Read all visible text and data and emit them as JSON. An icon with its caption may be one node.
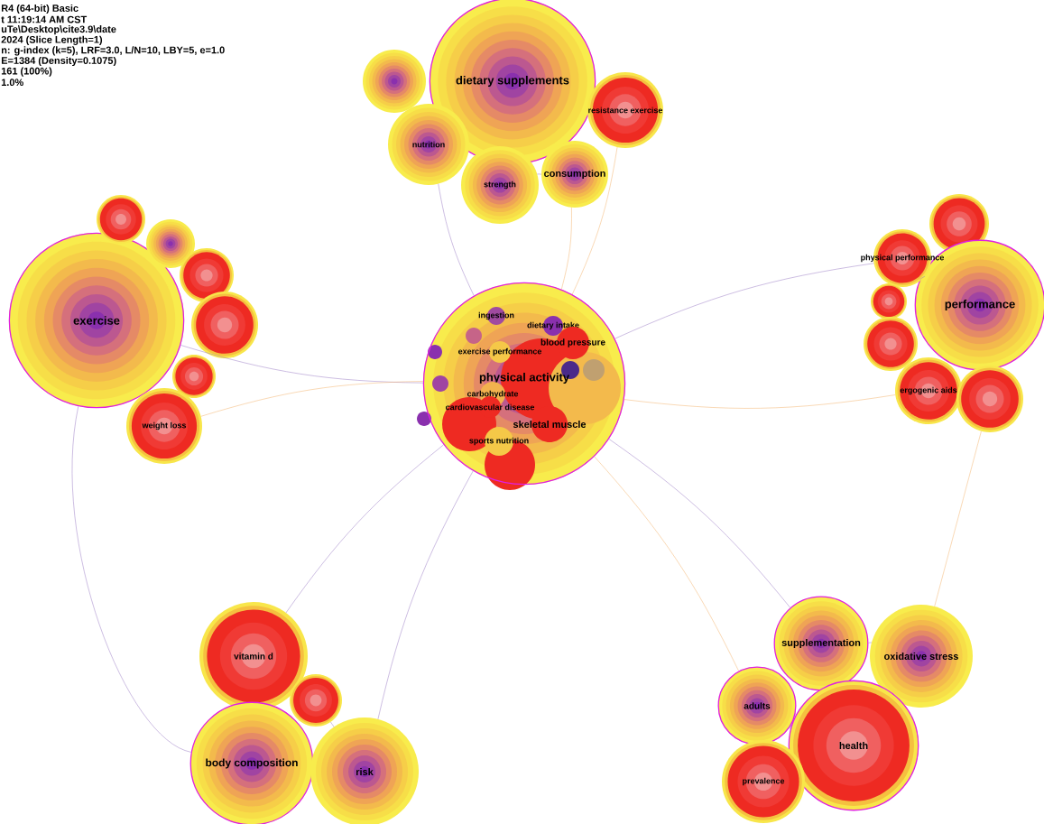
{
  "diagram": {
    "nodes": [
      {
        "text": [
          "dietary supplements"
        ]
      },
      {
        "text": [
          "resistance exercise"
        ]
      },
      {
        "text": [
          "nutrition"
        ]
      },
      {
        "text": [
          "strength"
        ]
      },
      {
        "text": [
          "consumption"
        ]
      },
      {
        "text": [],
        "shape": "circle"
      },
      {
        "text": [
          "exercise"
        ]
      },
      {
        "text": [],
        "shape": "circle"
      },
      {
        "text": [],
        "shape": "circle"
      },
      {
        "text": [],
        "shape": "circle"
      },
      {
        "text": [],
        "shape": "circle"
      },
      {
        "text": [],
        "shape": "circle"
      },
      {
        "text": [
          "weight loss"
        ]
      },
      {
        "text": [
          "physical performance"
        ]
      },
      {
        "text": [],
        "shape": "circle"
      },
      {
        "text": [
          "performance"
        ]
      },
      {
        "text": [],
        "shape": "circle"
      },
      {
        "text": [],
        "shape": "circle"
      },
      {
        "text": [
          "ergogenic aids"
        ]
      },
      {
        "text": [],
        "shape": "circle"
      },
      {
        "text": [
          "physical activity"
        ]
      },
      {
        "text": [
          "ingestion"
        ],
        "in": 20
      },
      {
        "text": [
          "dietary intake"
        ],
        "in": 20
      },
      {
        "text": [
          "blood pressure"
        ],
        "in": 20
      },
      {
        "text": [
          "exercise performance"
        ],
        "in": 20
      },
      {
        "text": [
          "carbohydrate"
        ],
        "in": 20
      },
      {
        "text": [
          "cardiovascular disease"
        ],
        "in": 20
      },
      {
        "text": [
          "skeletal muscle"
        ],
        "in": 20
      },
      {
        "text": [
          "sports nutrition"
        ],
        "in": 20
      },
      {
        "text": [
          "vitamin d"
        ]
      },
      {
        "text": [],
        "shape": "circle"
      },
      {
        "text": [
          "body composition"
        ]
      },
      {
        "text": [
          "risk"
        ]
      },
      {
        "text": [
          "supplementation"
        ]
      },
      {
        "text": [
          "oxidative stress"
        ]
      },
      {
        "text": [
          "adults"
        ]
      },
      {
        "text": [
          "health"
        ]
      },
      {
        "text": [
          "prevalence"
        ]
      }
    ],
    "edges": [
      {
        "from": 20,
        "to": 1,
        "arrow": "none",
        "color": "#f2b36b"
      },
      {
        "from": 20,
        "to": 2,
        "arrow": "none"
      },
      {
        "from": 20,
        "to": 4,
        "arrow": "none",
        "color": "#f2b36b"
      },
      {
        "from": 20,
        "to": 6,
        "arrow": "none"
      },
      {
        "from": 20,
        "to": 12,
        "arrow": "none",
        "color": "#f2b36b"
      },
      {
        "from": 20,
        "to": 13,
        "arrow": "none"
      },
      {
        "from": 20,
        "to": 18,
        "arrow": "none",
        "color": "#f2b36b"
      },
      {
        "from": 20,
        "to": 29,
        "arrow": "none"
      },
      {
        "from": 20,
        "to": 32,
        "arrow": "none"
      },
      {
        "from": 20,
        "to": 33,
        "arrow": "none"
      },
      {
        "from": 20,
        "to": 35,
        "arrow": "none",
        "color": "#f2b36b"
      },
      {
        "from": 3,
        "to": 4,
        "arrow": "none"
      },
      {
        "from": 13,
        "to": 15,
        "arrow": "none"
      },
      {
        "from": 30,
        "to": 32,
        "arrow": "none"
      },
      {
        "from": 33,
        "to": 34,
        "arrow": "none"
      },
      {
        "from": 35,
        "to": 36,
        "arrow": "none"
      },
      {
        "from": 6,
        "to": 31,
        "arrow": "none"
      },
      {
        "from": 19,
        "to": 34,
        "arrow": "none",
        "color": "#f2b36b"
      }
    ],
    "labels": [
      "R4 (64-bit) Basic",
      "t 11:19:14 AM CST",
      "uTe\\Desktop\\cite3.9\\date",
      "2024 (Slice Length=1)",
      "n: g-index (k=5), LRF=3.0, L/N=10, LBY=5, e=1.0",
      "E=1384 (Density=0.1075)",
      "161 (100%)",
      "1.0%"
    ]
  }
}
